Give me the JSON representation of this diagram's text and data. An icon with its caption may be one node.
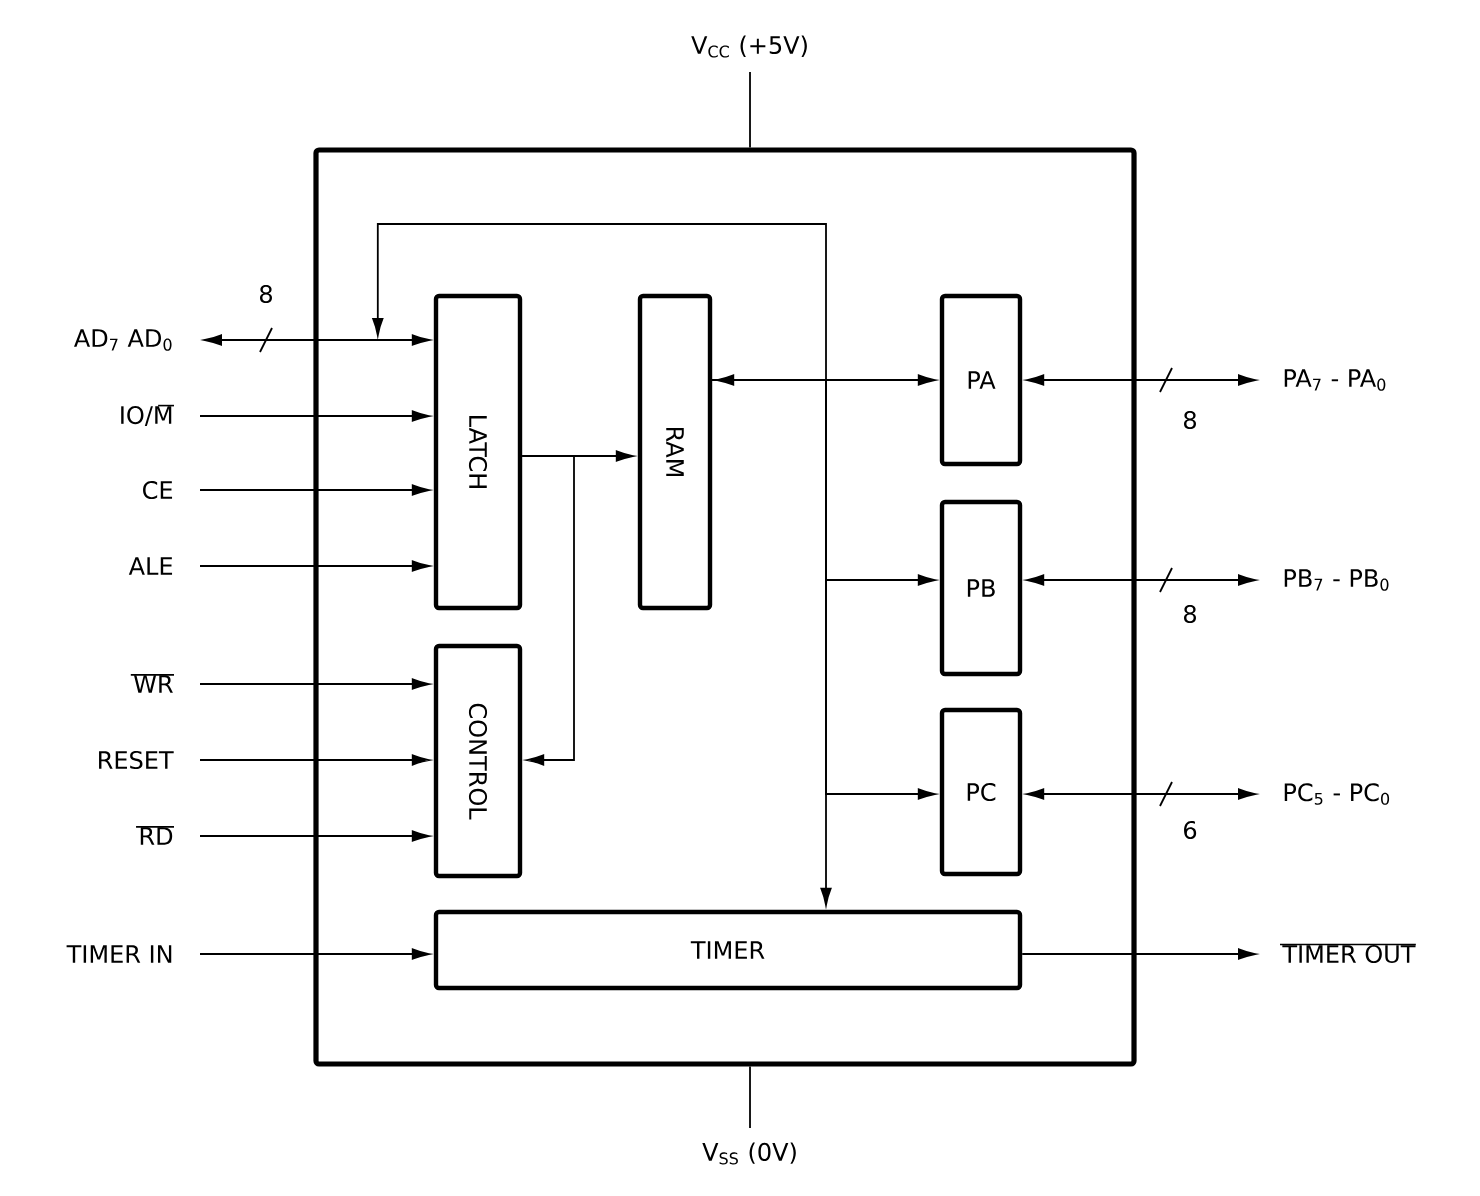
{
  "diagram": {
    "nodes": [
      {
        "text": [],
        "shape": "box"
      },
      {
        "text": [
          "LATCH"
        ],
        "in": 0
      },
      {
        "text": [
          "RAM"
        ],
        "in": 0
      },
      {
        "text": [
          "CONTROL"
        ],
        "in": 0
      },
      {
        "text": [
          "PA"
        ],
        "in": 0
      },
      {
        "text": [
          "PB"
        ],
        "in": 0
      },
      {
        "text": [
          "PC"
        ],
        "in": 0
      },
      {
        "text": [
          "TIMER"
        ],
        "in": 0
      },
      {
        "text": [
          "AD$_{7}$ AD$_{0}$"
        ]
      },
      {
        "text": [
          "IO/M"
        ]
      },
      {
        "text": [
          "CE"
        ]
      },
      {
        "text": [
          "ALE"
        ]
      },
      {
        "text": [
          "WR"
        ]
      },
      {
        "text": [
          "RESET"
        ]
      },
      {
        "text": [
          "RD"
        ]
      },
      {
        "text": [
          "TIMER IN"
        ]
      },
      {
        "text": [
          "PA$_{7}$ - PA$_{0}$"
        ]
      },
      {
        "text": [
          "PB$_{7}$ - PB$_{0}$"
        ]
      },
      {
        "text": [
          "PC$_{5}$ - PC$_{0}$"
        ]
      },
      {
        "text": [
          "TIMER OUT"
        ]
      },
      {
        "text": [
          "V$_{CC}$ (+5V)"
        ]
      },
      {
        "text": [
          "V$_{SS}$ (0V)"
        ]
      }
    ],
    "edges": [
      {
        "from": 8,
        "to": 1,
        "arrow": "both",
        "label": "8"
      },
      {
        "from": 9,
        "to": 1,
        "arrow": "to"
      },
      {
        "from": 10,
        "to": 1,
        "arrow": "to"
      },
      {
        "from": 11,
        "to": 1,
        "arrow": "to"
      },
      {
        "from": 12,
        "to": 3,
        "arrow": "to"
      },
      {
        "from": 13,
        "to": 3,
        "arrow": "to"
      },
      {
        "from": 14,
        "to": 3,
        "arrow": "to"
      },
      {
        "from": 15,
        "to": 7,
        "arrow": "to"
      },
      {
        "from": 1,
        "to": 2,
        "arrow": "to"
      },
      {
        "from": 1,
        "to": 3,
        "arrow": "to"
      },
      {
        "from": 2,
        "to": 4,
        "arrow": "both"
      },
      {
        "from": 2,
        "to": 5,
        "arrow": "to"
      },
      {
        "from": 2,
        "to": 6,
        "arrow": "to"
      },
      {
        "from": 2,
        "to": 7,
        "arrow": "to"
      },
      {
        "from": 2,
        "to": 1,
        "arrow": "to"
      },
      {
        "from": 4,
        "to": 16,
        "arrow": "both",
        "label": "8"
      },
      {
        "from": 5,
        "to": 17,
        "arrow": "both",
        "label": "8"
      },
      {
        "from": 6,
        "to": 18,
        "arrow": "both",
        "label": "6"
      },
      {
        "from": 7,
        "to": 19,
        "arrow": "to"
      },
      {
        "from": 20,
        "to": 0,
        "arrow": "none"
      },
      {
        "from": 21,
        "to": 0,
        "arrow": "none"
      }
    ]
  }
}
